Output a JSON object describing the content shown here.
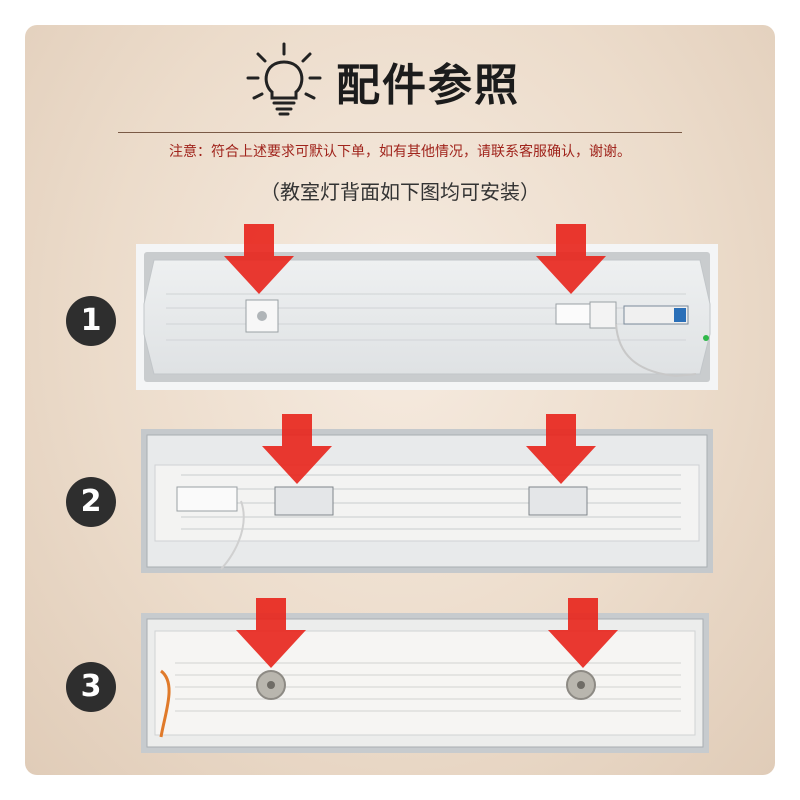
{
  "header": {
    "title": "配件参照",
    "icon": "lightbulb-icon"
  },
  "notice": "注意：符合上述要求可默认下单，如有其他情况，请联系客服确认，谢谢。",
  "subtitle": "（教室灯背面如下图均可安装）",
  "steps": [
    {
      "number": "1",
      "mounting": "bracket-plate with driver"
    },
    {
      "number": "2",
      "mounting": "rail brackets with driver"
    },
    {
      "number": "3",
      "mounting": "round magnetic mounts"
    }
  ],
  "colors": {
    "background": "#ecdccb",
    "title_text": "#1c1c1c",
    "notice_text": "#a0241c",
    "step_badge": "#2e2e2e",
    "arrow": "#e8231b"
  }
}
